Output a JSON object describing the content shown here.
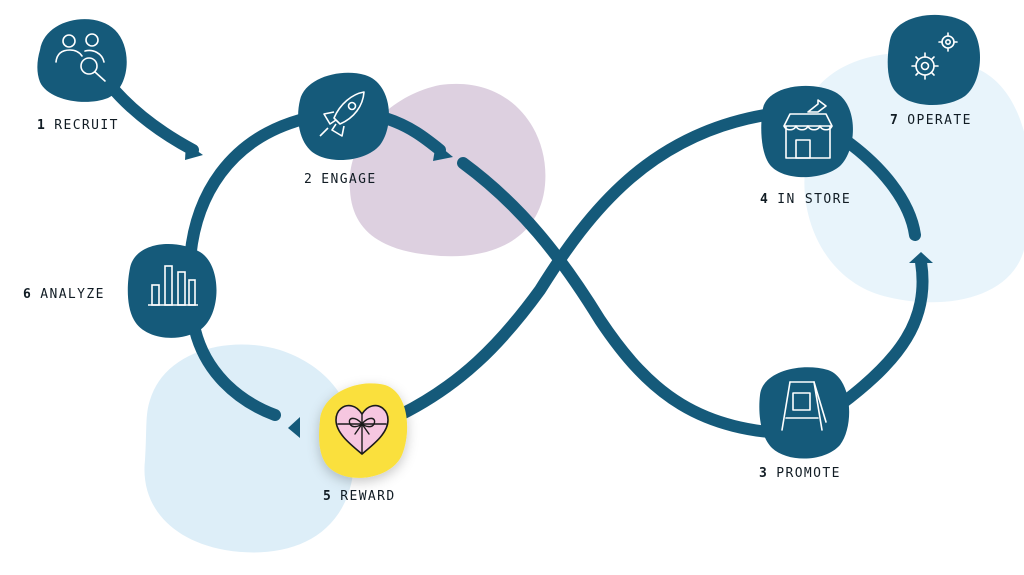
{
  "colors": {
    "primary": "#155a7a",
    "lavender": "#ddd0e0",
    "lightblue": "#e8f4fb",
    "lightblue2": "#ddeef8",
    "yellow": "#fae03c",
    "pink": "#f6c6e0",
    "text": "#111c24"
  },
  "steps": [
    {
      "num": "1",
      "label": "RECRUIT",
      "icon": "people-search-icon"
    },
    {
      "num": "2",
      "label": "ENGAGE",
      "icon": "rocket-icon"
    },
    {
      "num": "3",
      "label": "PROMOTE",
      "icon": "sandwich-board-icon"
    },
    {
      "num": "4",
      "label": "IN STORE",
      "icon": "storefront-icon"
    },
    {
      "num": "5",
      "label": "REWARD",
      "icon": "gift-heart-icon"
    },
    {
      "num": "6",
      "label": "ANALYZE",
      "icon": "bar-chart-icon"
    },
    {
      "num": "7",
      "label": "OPERATE",
      "icon": "gears-icon"
    }
  ]
}
